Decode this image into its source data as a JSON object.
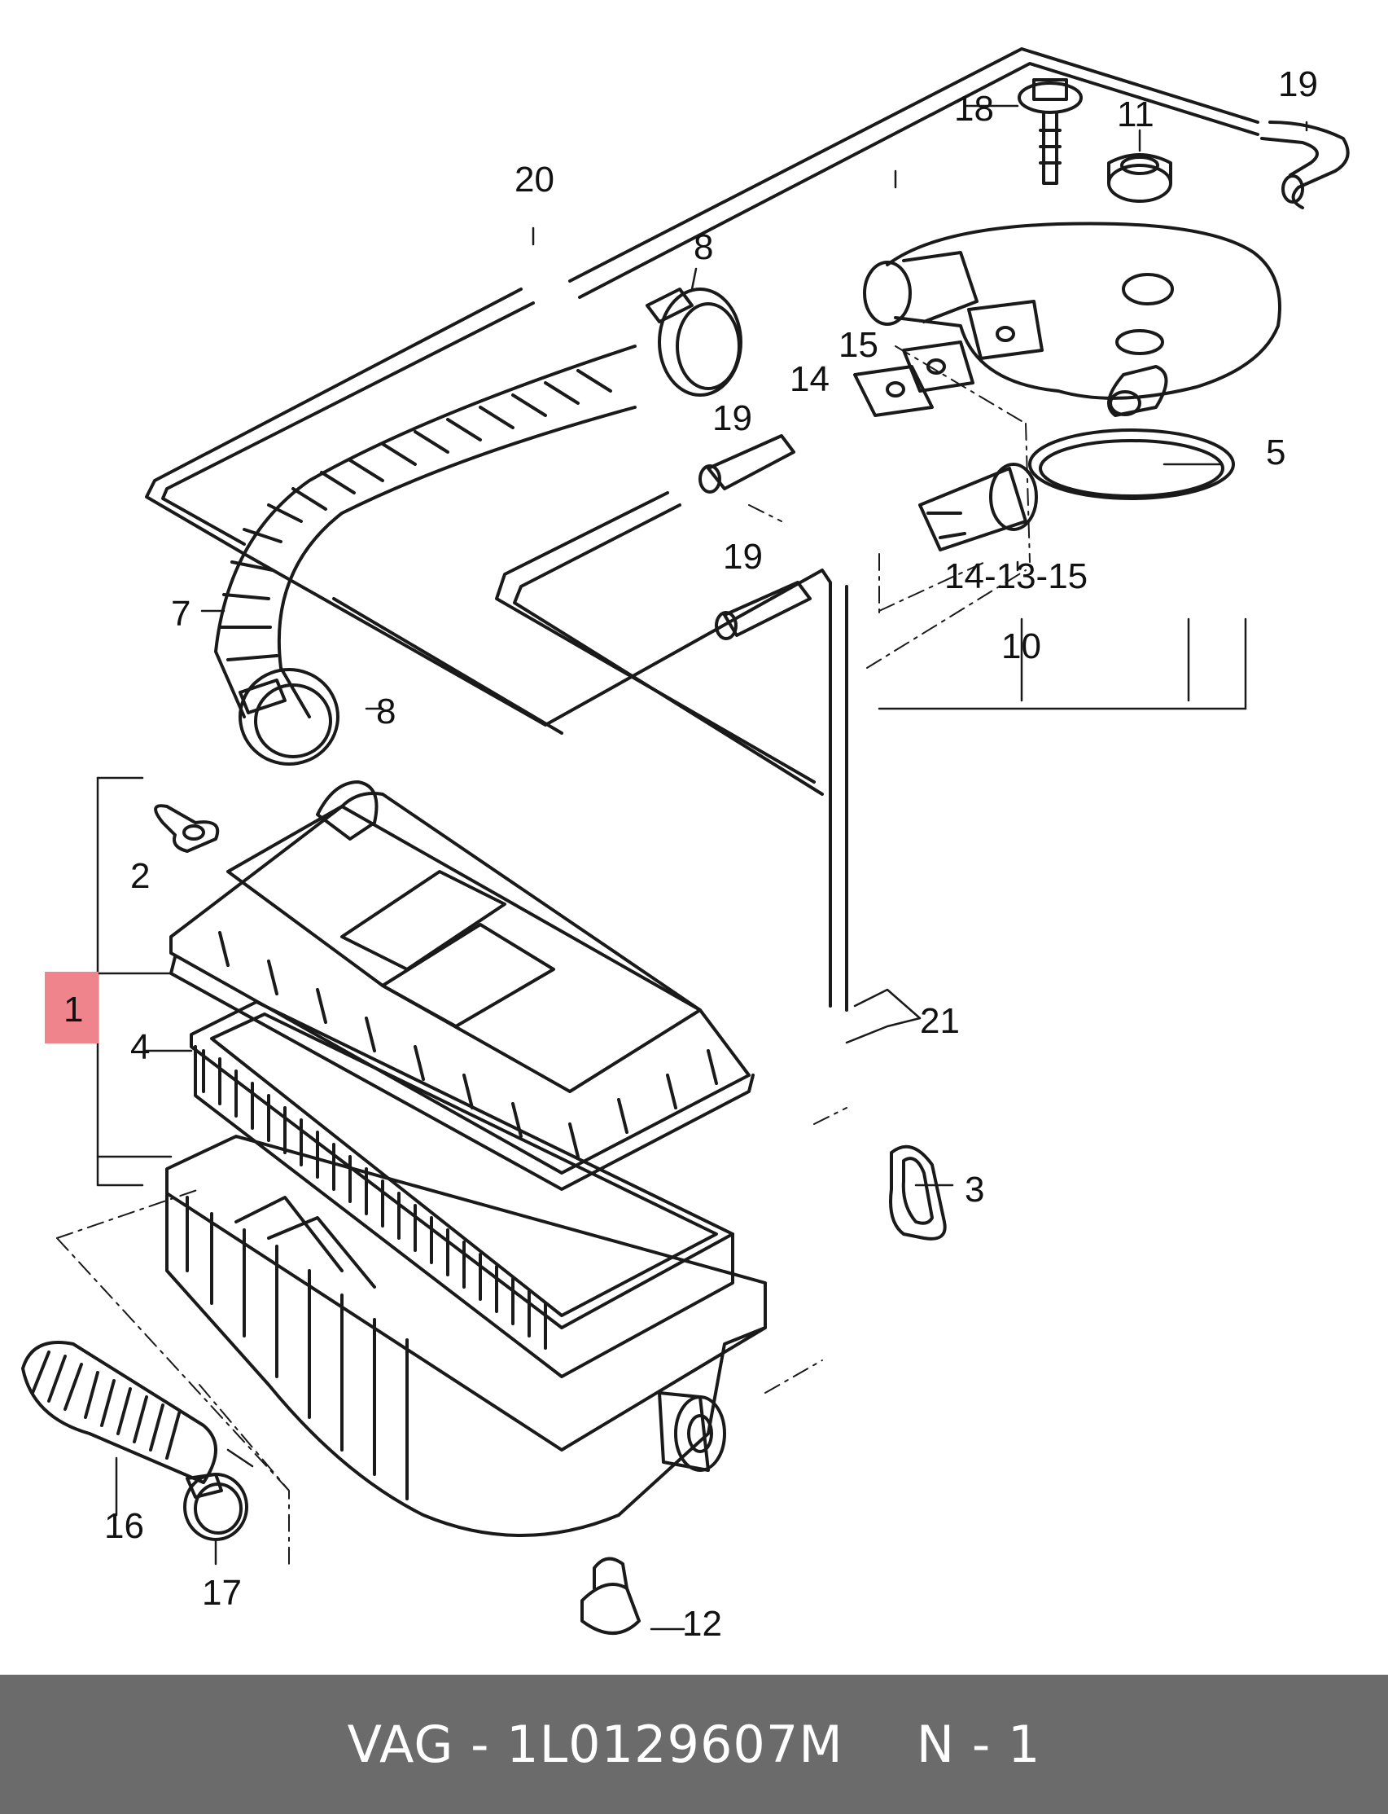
{
  "footer": {
    "part_label": "VAG - 1L0129607M",
    "quantity_label": "N - 1"
  },
  "callouts": {
    "c1": "1",
    "c2": "2",
    "c3": "3",
    "c4": "4",
    "c5": "5",
    "c7": "7",
    "c8a": "8",
    "c8b": "8",
    "c10": "10",
    "c11": "11",
    "c12": "12",
    "c14": "14",
    "c15": "15",
    "c1315": "14-13-15",
    "c16": "16",
    "c17": "17",
    "c18": "18",
    "c19a": "19",
    "c19b": "19",
    "c19c": "19",
    "c20": "20",
    "c21": "21"
  },
  "colors": {
    "highlight": "#f0848c",
    "line": "#1a1a1a",
    "footer_bg": "#6b6b6b",
    "footer_text": "#ffffff"
  }
}
